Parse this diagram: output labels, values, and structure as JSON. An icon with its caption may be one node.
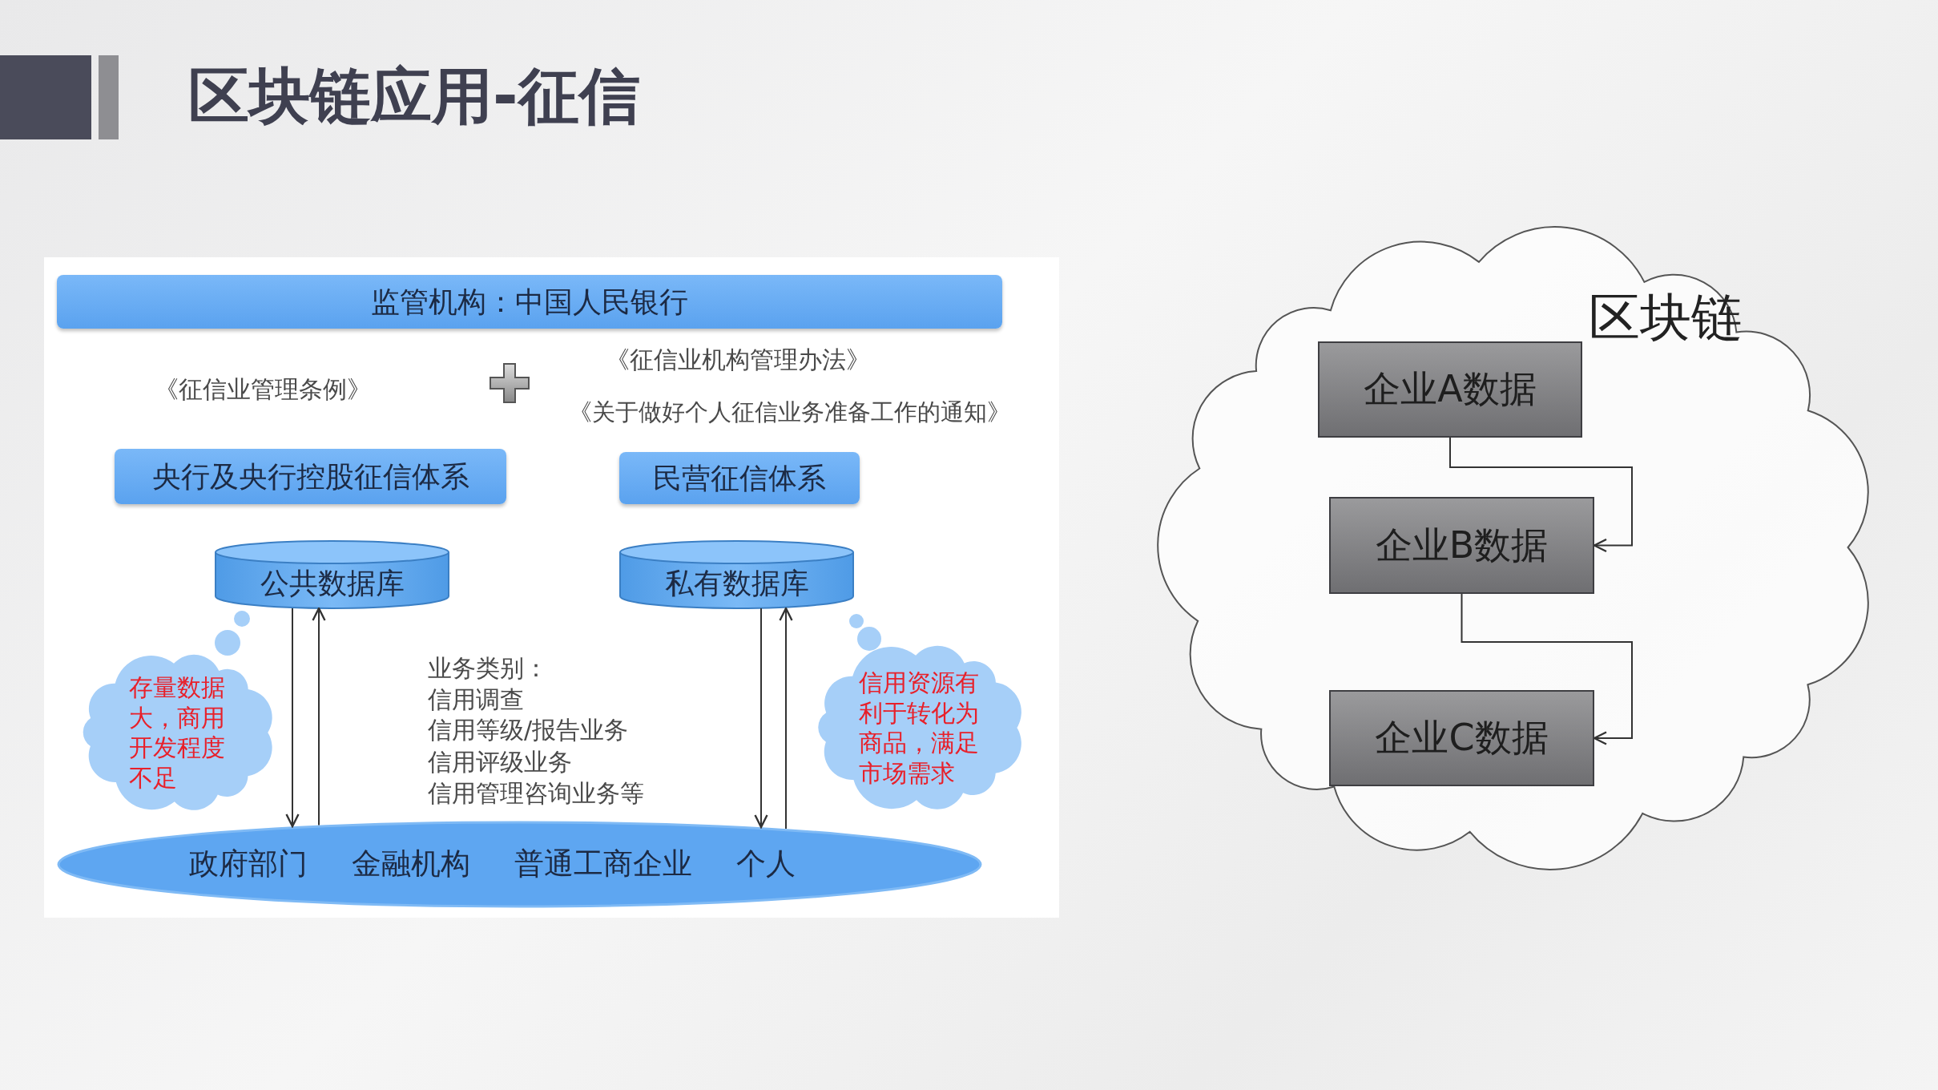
{
  "diagram": {
    "title": "区块链应用-征信",
    "nodes": [
      {
        "text": [
          "监管机构：中国人民银行"
        ]
      },
      {
        "text": [
          "央行及央行控股征信体系"
        ]
      },
      {
        "text": [
          "民营征信体系"
        ]
      },
      {
        "text": [
          "公共数据库"
        ]
      },
      {
        "text": [
          "私有数据库"
        ]
      },
      {
        "text": [
          "存量数据大，商用开发程度不足"
        ]
      },
      {
        "text": [
          "信用资源有利于转化为商品，满足市场需求"
        ]
      },
      {
        "text": [
          "政府部门",
          "金融机构",
          "普通工商企业",
          "个人"
        ]
      },
      {
        "text": [
          "区块链"
        ]
      },
      {
        "text": [
          "企业A数据"
        ],
        "in": 8
      },
      {
        "text": [
          "企业B数据"
        ],
        "in": 8
      },
      {
        "text": [
          "企业C数据"
        ],
        "in": 8
      }
    ],
    "edges": [
      {
        "from": 3,
        "to": 7,
        "arrow": "to"
      },
      {
        "from": 7,
        "to": 3,
        "arrow": "to"
      },
      {
        "from": 4,
        "to": 7,
        "arrow": "to"
      },
      {
        "from": 7,
        "to": 4,
        "arrow": "to"
      },
      {
        "from": 9,
        "to": 10,
        "arrow": "to"
      },
      {
        "from": 10,
        "to": 11,
        "arrow": "to"
      }
    ],
    "labels": [
      "《征信业机构管理办法》",
      "《征信业管理条例》",
      "《关于做好个人征信业务准备工作的通知》",
      "业务类别：",
      "信用调查",
      "信用等级/报告业务",
      "信用评级业务",
      "信用管理咨询业务等"
    ]
  }
}
